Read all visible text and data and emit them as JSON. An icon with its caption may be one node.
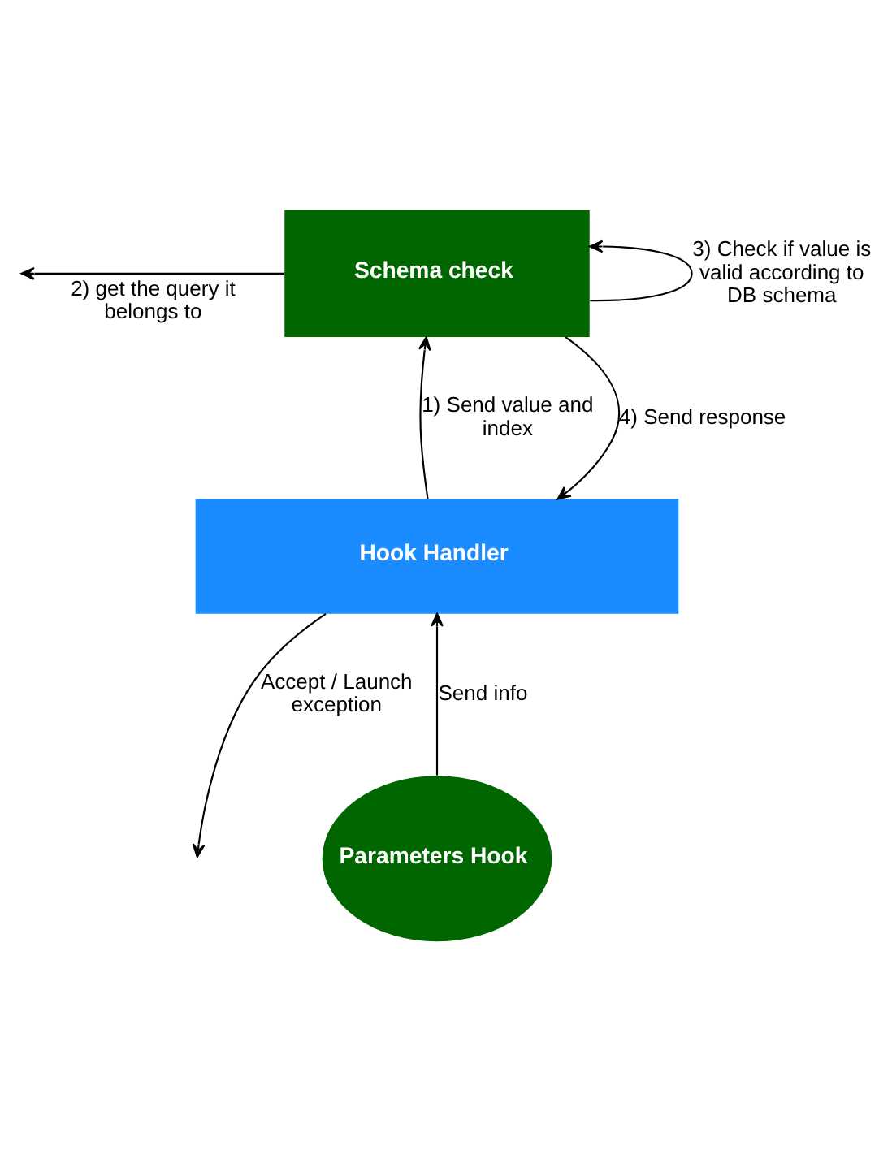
{
  "diagram": {
    "nodes": [
      {
        "text": [
          "Schema check"
        ]
      },
      {
        "text": [
          "Hook Handler"
        ]
      },
      {
        "text": [
          "Parameters Hook"
        ]
      }
    ],
    "edges": [
      {
        "from": 1,
        "to": 0,
        "arrow": "to",
        "label": "1) Send value and index"
      },
      {
        "from": 0,
        "to": null,
        "arrow": "to",
        "label": "2) get the query it belongs to"
      },
      {
        "from": 0,
        "to": 0,
        "arrow": "to",
        "label": "3) Check if value is valid according to DB schema"
      },
      {
        "from": 0,
        "to": 1,
        "arrow": "to",
        "label": "4) Send response"
      },
      {
        "from": 2,
        "to": 1,
        "arrow": "to",
        "label": "Send info"
      },
      {
        "from": 1,
        "to": null,
        "arrow": "to",
        "label": "Accept / Launch exception"
      }
    ]
  }
}
